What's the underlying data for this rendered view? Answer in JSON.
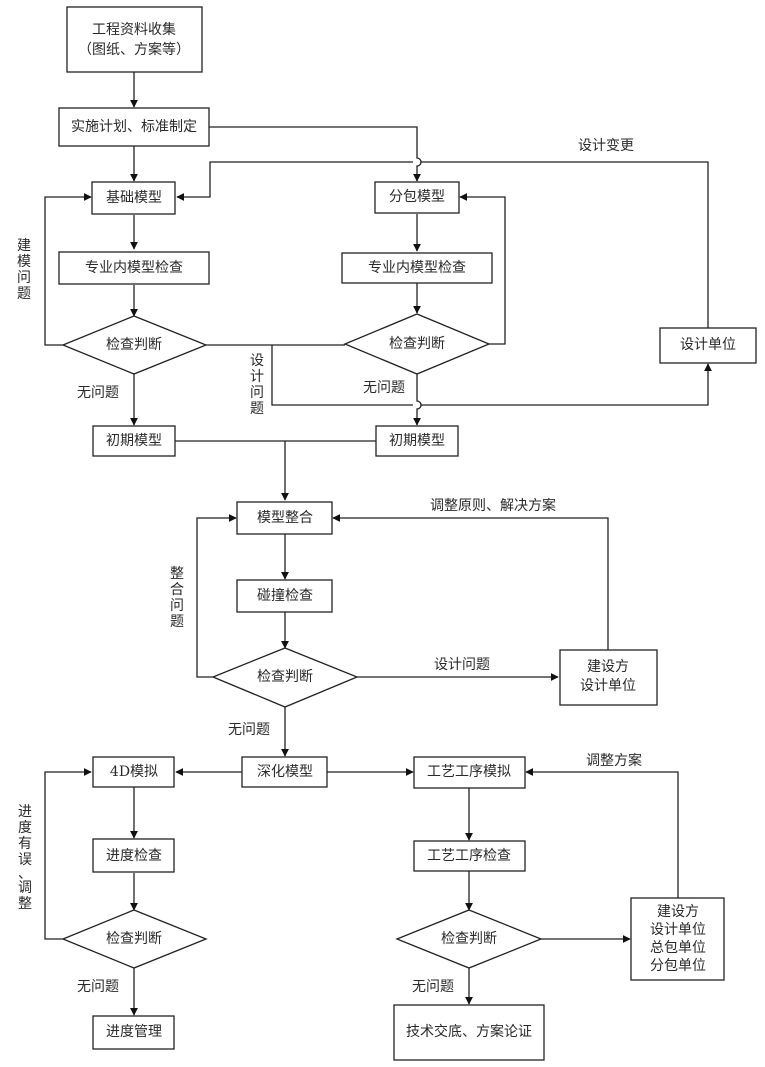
{
  "nodes": {
    "collect": [
      "工程资料收集",
      "（图纸、方案等）"
    ],
    "plan": "实施计划、标准制定",
    "base_model": "基础模型",
    "sub_model": "分包模型",
    "check_left": "专业内模型检查",
    "check_right": "专业内模型检查",
    "judge_left": "检查判断",
    "judge_right": "检查判断",
    "design_unit": "设计单位",
    "initial_left": "初期模型",
    "initial_right": "初期模型",
    "integrate": "模型整合",
    "clash": "碰撞检查",
    "judge_mid": "检查判断",
    "owner_design": [
      "建设方",
      "设计单位"
    ],
    "deepen": "深化模型",
    "sim4d": "4D模拟",
    "progress_check": "进度检查",
    "judge_4d": "检查判断",
    "progress_mgmt": "进度管理",
    "process_sim": "工艺工序模拟",
    "process_check": "工艺工序检查",
    "judge_proc": "检查判断",
    "parties": [
      "建设方",
      "设计单位",
      "总包单位",
      "分包单位"
    ],
    "tech_brief": "技术交底、方案论证"
  },
  "labels": {
    "design_change": "设计变更",
    "modeling_issue": [
      "建",
      "模",
      "问",
      "题"
    ],
    "design_issue_vertical": [
      "设",
      "计",
      "问",
      "题"
    ],
    "no_issue_left": "无问题",
    "no_issue_right": "无问题",
    "adjust_principle": "调整原则、解决方案",
    "integrate_issue": [
      "整",
      "合",
      "问",
      "题"
    ],
    "design_issue": "设计问题",
    "no_issue_mid": "无问题",
    "progress_error": [
      "进",
      "度",
      "有",
      "误",
      "、",
      "调",
      "整"
    ],
    "no_issue_4d": "无问题",
    "adjust_plan": "调整方案",
    "no_issue_proc": "无问题"
  }
}
